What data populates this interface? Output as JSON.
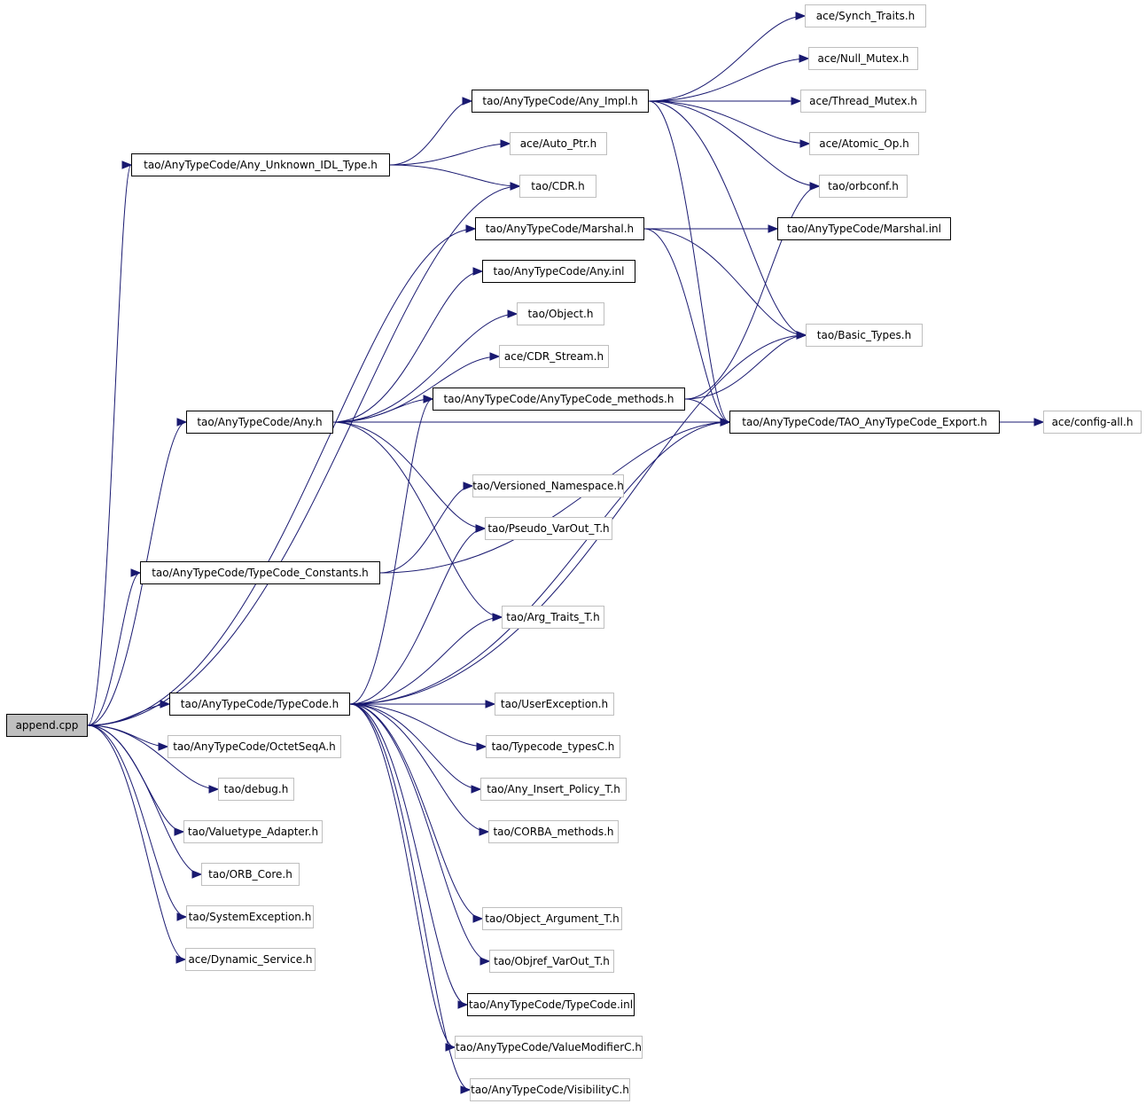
{
  "title": "append.cpp include dependency graph",
  "colors": {
    "edge": "#191970",
    "root_fill": "#bfbfbf",
    "documented_border": "#000000",
    "undocumented_border": "#bfbfbf"
  },
  "root": "append.cpp",
  "nodes": [
    {
      "id": "append",
      "label": "append.cpp",
      "kind": "root"
    },
    {
      "id": "unknown_idl",
      "label": "tao/AnyTypeCode/Any_Unknown_IDL_Type.h",
      "kind": "documented"
    },
    {
      "id": "any_impl",
      "label": "tao/AnyTypeCode/Any_Impl.h",
      "kind": "documented"
    },
    {
      "id": "synch_traits",
      "label": "ace/Synch_Traits.h",
      "kind": "undocumented"
    },
    {
      "id": "null_mutex",
      "label": "ace/Null_Mutex.h",
      "kind": "undocumented"
    },
    {
      "id": "thread_mutex",
      "label": "ace/Thread_Mutex.h",
      "kind": "undocumented"
    },
    {
      "id": "atomic_op",
      "label": "ace/Atomic_Op.h",
      "kind": "undocumented"
    },
    {
      "id": "orbconf",
      "label": "tao/orbconf.h",
      "kind": "undocumented"
    },
    {
      "id": "auto_ptr",
      "label": "ace/Auto_Ptr.h",
      "kind": "undocumented"
    },
    {
      "id": "cdr",
      "label": "tao/CDR.h",
      "kind": "undocumented"
    },
    {
      "id": "marshal",
      "label": "tao/AnyTypeCode/Marshal.h",
      "kind": "documented"
    },
    {
      "id": "marshal_inl",
      "label": "tao/AnyTypeCode/Marshal.inl",
      "kind": "documented"
    },
    {
      "id": "any_inl",
      "label": "tao/AnyTypeCode/Any.inl",
      "kind": "documented"
    },
    {
      "id": "object",
      "label": "tao/Object.h",
      "kind": "undocumented"
    },
    {
      "id": "basic_types",
      "label": "tao/Basic_Types.h",
      "kind": "undocumented"
    },
    {
      "id": "cdr_stream",
      "label": "ace/CDR_Stream.h",
      "kind": "undocumented"
    },
    {
      "id": "atc_methods",
      "label": "tao/AnyTypeCode/AnyTypeCode_methods.h",
      "kind": "documented"
    },
    {
      "id": "any_h",
      "label": "tao/AnyTypeCode/Any.h",
      "kind": "documented"
    },
    {
      "id": "export",
      "label": "tao/AnyTypeCode/TAO_AnyTypeCode_Export.h",
      "kind": "documented"
    },
    {
      "id": "config_all",
      "label": "ace/config-all.h",
      "kind": "undocumented"
    },
    {
      "id": "versioned_ns",
      "label": "tao/Versioned_Namespace.h",
      "kind": "undocumented"
    },
    {
      "id": "pseudo_varout",
      "label": "tao/Pseudo_VarOut_T.h",
      "kind": "undocumented"
    },
    {
      "id": "tc_constants",
      "label": "tao/AnyTypeCode/TypeCode_Constants.h",
      "kind": "documented"
    },
    {
      "id": "arg_traits",
      "label": "tao/Arg_Traits_T.h",
      "kind": "undocumented"
    },
    {
      "id": "typecode_h",
      "label": "tao/AnyTypeCode/TypeCode.h",
      "kind": "documented"
    },
    {
      "id": "user_exception",
      "label": "tao/UserException.h",
      "kind": "undocumented"
    },
    {
      "id": "octetseq",
      "label": "tao/AnyTypeCode/OctetSeqA.h",
      "kind": "undocumented"
    },
    {
      "id": "typecode_typesC",
      "label": "tao/Typecode_typesC.h",
      "kind": "undocumented"
    },
    {
      "id": "debug",
      "label": "tao/debug.h",
      "kind": "undocumented"
    },
    {
      "id": "any_insert_policy",
      "label": "tao/Any_Insert_Policy_T.h",
      "kind": "undocumented"
    },
    {
      "id": "valuetype_adapter",
      "label": "tao/Valuetype_Adapter.h",
      "kind": "undocumented"
    },
    {
      "id": "corba_methods",
      "label": "tao/CORBA_methods.h",
      "kind": "undocumented"
    },
    {
      "id": "orb_core",
      "label": "tao/ORB_Core.h",
      "kind": "undocumented"
    },
    {
      "id": "system_exception",
      "label": "tao/SystemException.h",
      "kind": "undocumented"
    },
    {
      "id": "object_argument",
      "label": "tao/Object_Argument_T.h",
      "kind": "undocumented"
    },
    {
      "id": "dynamic_service",
      "label": "ace/Dynamic_Service.h",
      "kind": "undocumented"
    },
    {
      "id": "objref_varout",
      "label": "tao/Objref_VarOut_T.h",
      "kind": "undocumented"
    },
    {
      "id": "typecode_inl",
      "label": "tao/AnyTypeCode/TypeCode.inl",
      "kind": "documented"
    },
    {
      "id": "value_modifier",
      "label": "tao/AnyTypeCode/ValueModifierC.h",
      "kind": "undocumented"
    },
    {
      "id": "visibility",
      "label": "tao/AnyTypeCode/VisibilityC.h",
      "kind": "undocumented"
    }
  ],
  "edges": [
    [
      "append",
      "unknown_idl"
    ],
    [
      "append",
      "cdr"
    ],
    [
      "append",
      "marshal"
    ],
    [
      "append",
      "any_h"
    ],
    [
      "append",
      "tc_constants"
    ],
    [
      "append",
      "typecode_h"
    ],
    [
      "append",
      "octetseq"
    ],
    [
      "append",
      "debug"
    ],
    [
      "append",
      "valuetype_adapter"
    ],
    [
      "append",
      "orb_core"
    ],
    [
      "append",
      "system_exception"
    ],
    [
      "append",
      "dynamic_service"
    ],
    [
      "unknown_idl",
      "any_impl"
    ],
    [
      "unknown_idl",
      "auto_ptr"
    ],
    [
      "unknown_idl",
      "cdr"
    ],
    [
      "any_impl",
      "synch_traits"
    ],
    [
      "any_impl",
      "null_mutex"
    ],
    [
      "any_impl",
      "thread_mutex"
    ],
    [
      "any_impl",
      "atomic_op"
    ],
    [
      "any_impl",
      "orbconf"
    ],
    [
      "any_impl",
      "basic_types"
    ],
    [
      "any_impl",
      "export"
    ],
    [
      "marshal",
      "marshal_inl"
    ],
    [
      "marshal",
      "basic_types"
    ],
    [
      "marshal",
      "export"
    ],
    [
      "any_h",
      "any_inl"
    ],
    [
      "any_h",
      "object"
    ],
    [
      "any_h",
      "cdr_stream"
    ],
    [
      "any_h",
      "atc_methods"
    ],
    [
      "any_h",
      "export"
    ],
    [
      "any_h",
      "pseudo_varout"
    ],
    [
      "any_h",
      "arg_traits"
    ],
    [
      "atc_methods",
      "basic_types"
    ],
    [
      "atc_methods",
      "orbconf"
    ],
    [
      "atc_methods",
      "export"
    ],
    [
      "export",
      "config_all"
    ],
    [
      "tc_constants",
      "versioned_ns"
    ],
    [
      "tc_constants",
      "export"
    ],
    [
      "typecode_h",
      "atc_methods"
    ],
    [
      "typecode_h",
      "pseudo_varout"
    ],
    [
      "typecode_h",
      "arg_traits"
    ],
    [
      "typecode_h",
      "basic_types"
    ],
    [
      "typecode_h",
      "user_exception"
    ],
    [
      "typecode_h",
      "typecode_typesC"
    ],
    [
      "typecode_h",
      "any_insert_policy"
    ],
    [
      "typecode_h",
      "corba_methods"
    ],
    [
      "typecode_h",
      "export"
    ],
    [
      "typecode_h",
      "object_argument"
    ],
    [
      "typecode_h",
      "objref_varout"
    ],
    [
      "typecode_h",
      "typecode_inl"
    ],
    [
      "typecode_h",
      "value_modifier"
    ],
    [
      "typecode_h",
      "visibility"
    ]
  ]
}
